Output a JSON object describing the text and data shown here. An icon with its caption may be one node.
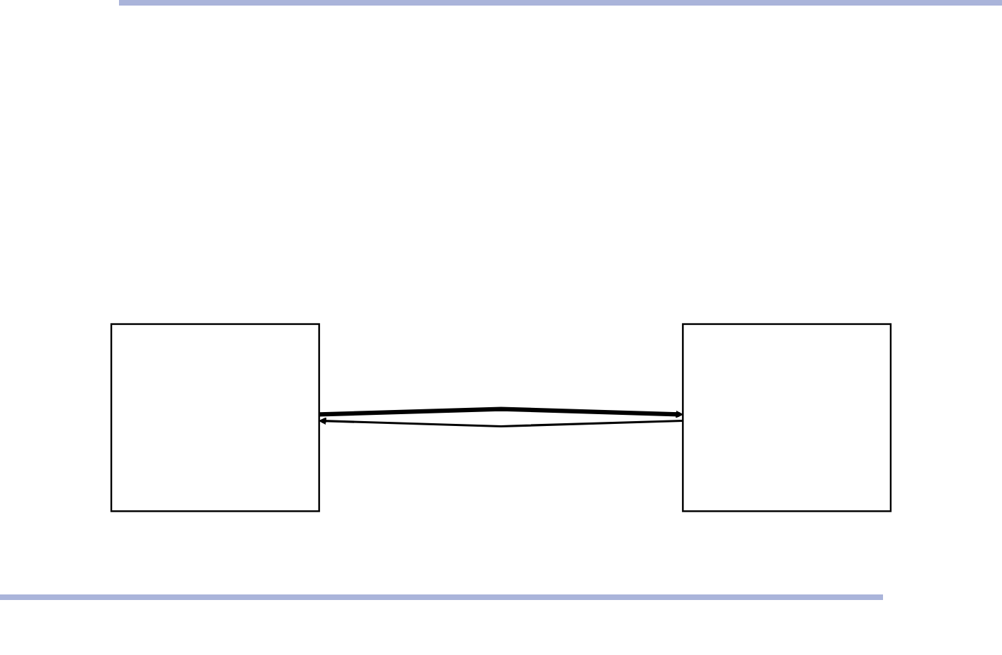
{
  "diagram": {
    "nodes": [
      {
        "text": [],
        "shape": "box"
      },
      {
        "text": [],
        "shape": "box"
      }
    ],
    "edges": [
      {
        "from": 0,
        "to": 1,
        "arrow": "to",
        "style": "thick"
      },
      {
        "from": 1,
        "to": 0,
        "arrow": "to"
      }
    ]
  }
}
